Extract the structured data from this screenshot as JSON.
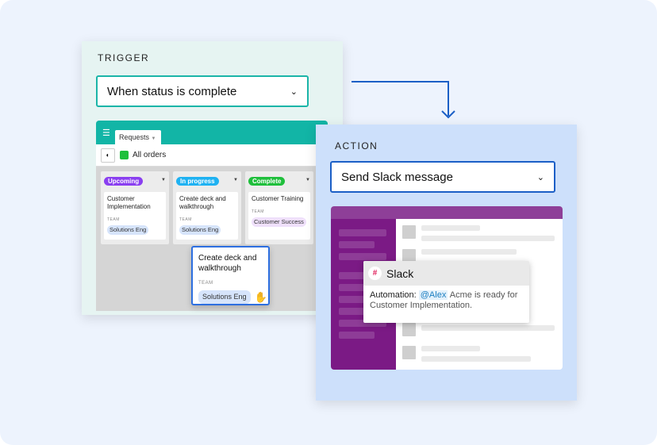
{
  "trigger": {
    "label": "TRIGGER",
    "dropdown_value": "When status is complete"
  },
  "board": {
    "tab": "Requests",
    "view": "All orders",
    "columns": [
      {
        "status": "Upcoming",
        "color": "#8a3ff0",
        "card_title": "Customer Implementation",
        "team_label": "TEAM",
        "team": "Solutions Eng"
      },
      {
        "status": "In progress",
        "color": "#1fb2f2",
        "card_title": "Create deck and walkthrough",
        "team_label": "TEAM",
        "team": "Solutions Eng"
      },
      {
        "status": "Complete",
        "color": "#1fbf3c",
        "card_title": "Customer Training",
        "team_label": "TEAM",
        "team": "Customer Success"
      }
    ],
    "dragging_card": {
      "title": "Create deck and walkthrough",
      "team_label": "TEAM",
      "team": "Solutions Eng"
    }
  },
  "action": {
    "label": "ACTION",
    "dropdown_value": "Send Slack message"
  },
  "slack": {
    "app_name": "Slack",
    "prefix": "Automation:",
    "mention": "@Alex",
    "message": "Acme is ready for Customer Implementation."
  },
  "colors": {
    "teal": "#12b5a6",
    "blue": "#1b5fc6",
    "slack_purple": "#7b1a85"
  }
}
